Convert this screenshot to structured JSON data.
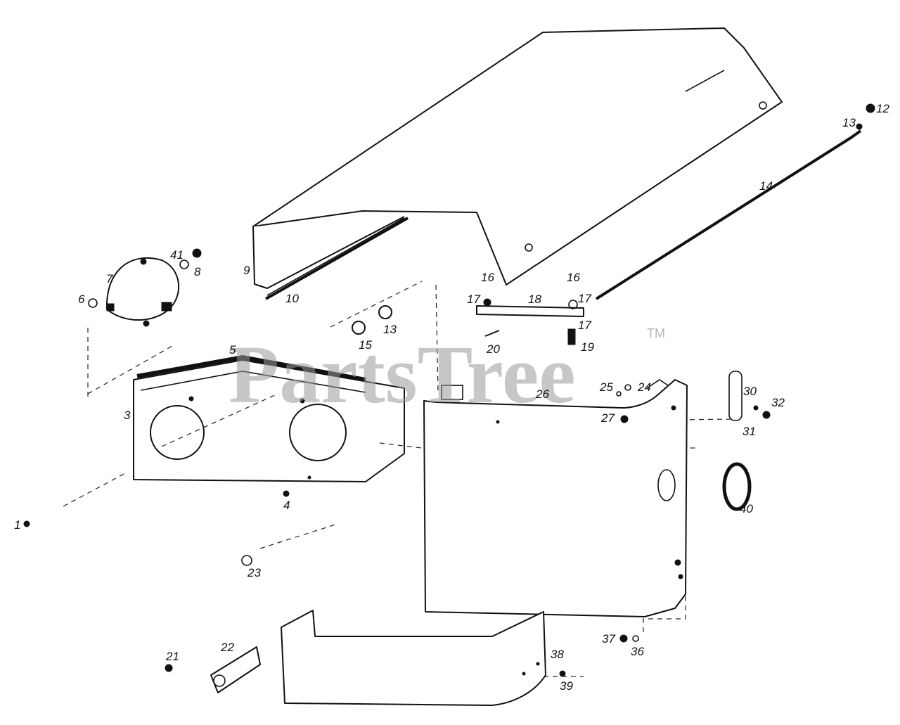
{
  "watermark": {
    "brand": "PartsTree",
    "trademark": "TM"
  },
  "callouts": [
    "1",
    "3",
    "4",
    "5",
    "6",
    "7",
    "8",
    "9",
    "10",
    "12",
    "13",
    "13",
    "14",
    "15",
    "16",
    "16",
    "17",
    "17",
    "17",
    "18",
    "19",
    "20",
    "21",
    "22",
    "23",
    "24",
    "25",
    "26",
    "27",
    "30",
    "31",
    "32",
    "36",
    "37",
    "38",
    "39",
    "40",
    "41"
  ]
}
